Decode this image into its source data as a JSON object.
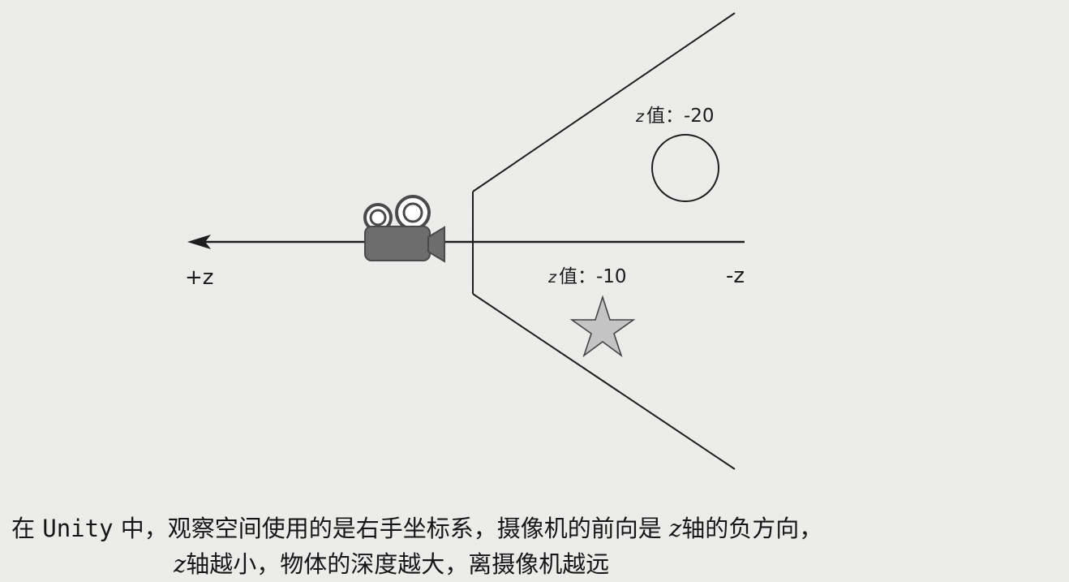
{
  "diagram": {
    "axis_positive_label": "+z",
    "axis_negative_label": "-z",
    "objects": [
      {
        "shape": "circle",
        "z_label": "z",
        "value_label": "值：-20"
      },
      {
        "shape": "star",
        "z_label": "z",
        "value_label": "值：-10"
      }
    ],
    "camera_icon": "movie-camera-icon",
    "colors": {
      "line": "#1e1e1e",
      "camera": "#6d6d6d",
      "star": "#c4c4c4",
      "background": "#ededeb"
    }
  },
  "caption": {
    "line1": {
      "prefix": "在",
      "product": "Unity",
      "mid": "中，观察空间使用的是右手坐标系，摄像机的前向是",
      "axis": "z",
      "suffix": "轴的负方向，"
    },
    "line2": {
      "axis": "z",
      "text": "轴越小，物体的深度越大，离摄像机越远"
    }
  }
}
